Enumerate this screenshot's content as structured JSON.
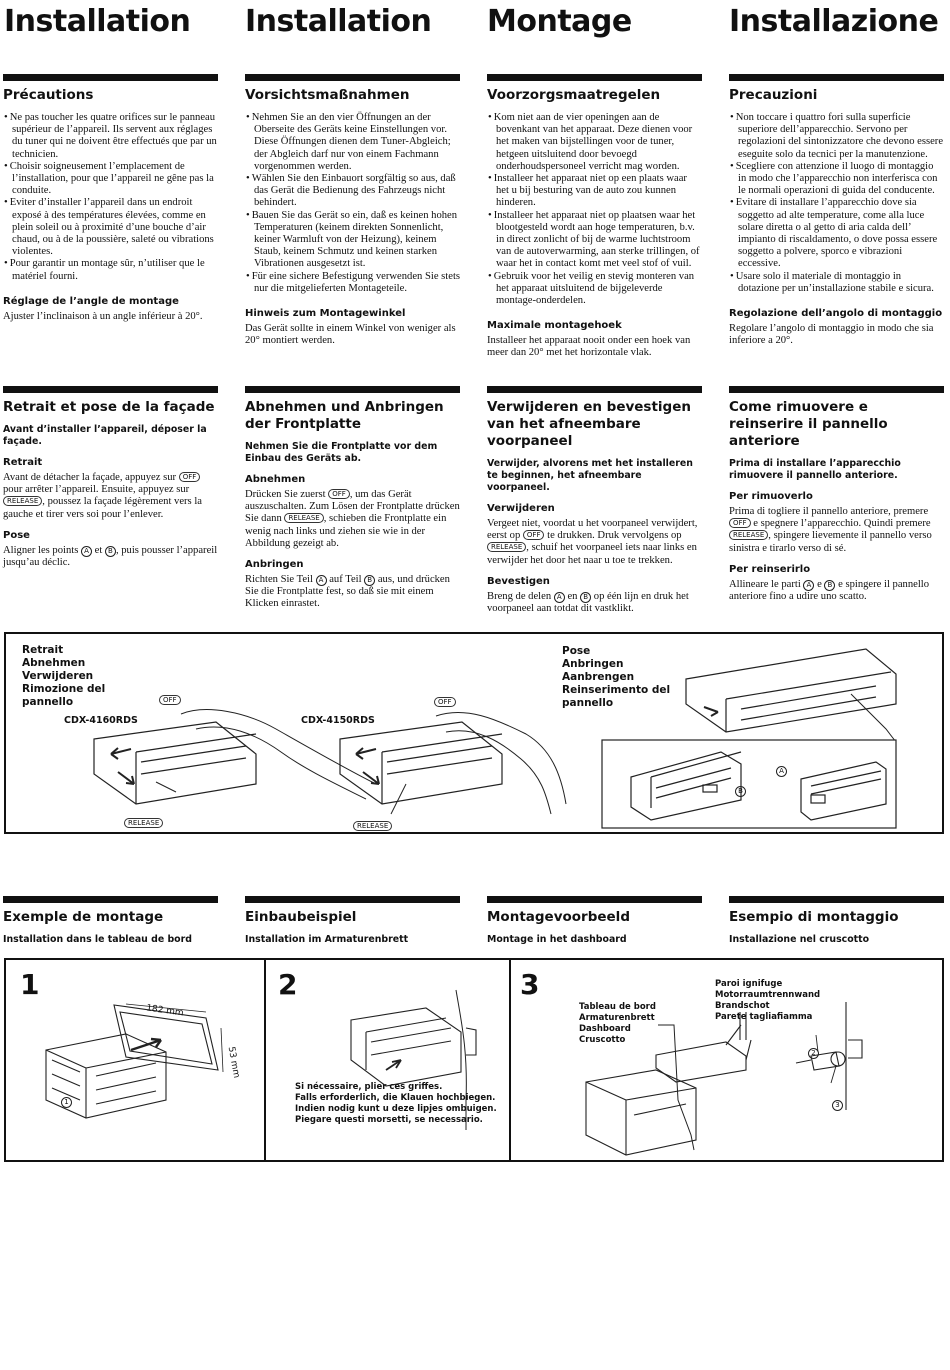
{
  "headings": [
    "Installation",
    "Installation",
    "Montage",
    "Installazione"
  ],
  "icons": {
    "off": "OFF",
    "release": "RELEASE",
    "A": "Ⓐ",
    "B": "Ⓑ"
  },
  "columns": [
    {
      "precautions_title": "Précautions",
      "precautions_items": [
        "Ne pas toucher les quatre orifices sur le panneau supérieur de l’appareil. Ils servent aux réglages du tuner qui ne doivent être effectués que par un technicien.",
        "Choisir soigneusement l’emplacement de l’installation, pour que l’appareil ne gêne pas la conduite.",
        "Eviter d’installer l’appareil dans un endroit exposé à des températures élevées, comme en plein soleil ou à proximité d’une bouche d’air chaud, ou à de la poussière, saleté ou vibrations violentes.",
        "Pour garantir un montage sûr, n’utiliser que le matériel fourni."
      ],
      "angle_title": "Réglage de l’angle de montage",
      "angle_text": "Ajuster l’inclinaison à un angle inférieur à 20°.",
      "panel_title": "Retrait et pose de la façade",
      "panel_lead": "Avant d’installer l’appareil, déposer la façade.",
      "remove_title": "Retrait",
      "remove_a": "Avant de détacher la façade, appuyez sur",
      "remove_b": "pour arrêter l’appareil. Ensuite, appuyez sur",
      "remove_c": ", poussez la façade légèrement vers la gauche et tirer vers soi pour l’enlever.",
      "attach_title": "Pose",
      "attach_a": "Aligner les points",
      "attach_b": "et",
      "attach_c": ", puis pousser l’appareil jusqu’au déclic.",
      "example_title": "Exemple de montage",
      "example_sub": "Installation dans le tableau de bord"
    },
    {
      "precautions_title": "Vorsichtsmaßnahmen",
      "precautions_items": [
        "Nehmen Sie an den vier Öffnungen an der Oberseite des Geräts keine Einstellungen vor. Diese Öffnungen dienen dem Tuner-Abgleich; der Abgleich darf nur von einem Fachmann vorgenommen werden.",
        "Wählen Sie den Einbauort sorgfältig so aus, daß das Gerät die Bedienung des Fahrzeugs nicht behindert.",
        "Bauen Sie das Gerät so ein, daß es keinen hohen Temperaturen (keinem direkten Sonnenlicht, keiner Warmluft von der Heizung), keinem Staub, keinem Schmutz und keinen starken Vibrationen ausgesetzt ist.",
        "Für eine sichere Befestigung verwenden Sie stets nur die mitgelieferten Montageteile."
      ],
      "angle_title": "Hinweis zum Montagewinkel",
      "angle_text": "Das Gerät sollte in einem Winkel von weniger als 20° montiert werden.",
      "panel_title": "Abnehmen und Anbringen der Frontplatte",
      "panel_lead": "Nehmen Sie die Frontplatte vor dem Einbau des Geräts ab.",
      "remove_title": "Abnehmen",
      "remove_a": "Drücken Sie zuerst",
      "remove_b": ", um das Gerät auszuschalten. Zum Lösen der Frontplatte drücken Sie dann",
      "remove_c": ", schieben die Frontplatte ein wenig nach links und ziehen sie wie in der Abbildung gezeigt ab.",
      "attach_title": "Anbringen",
      "attach_a": "Richten Sie Teil",
      "attach_b": "auf Teil",
      "attach_c": "aus, und drücken Sie die Frontplatte fest, so daß sie mit einem Klicken einrastet.",
      "example_title": "Einbaubeispiel",
      "example_sub": "Installation im Armaturenbrett"
    },
    {
      "precautions_title": "Voorzorgsmaatregelen",
      "precautions_items": [
        "Kom niet aan de vier openingen aan de bovenkant van het apparaat. Deze dienen voor het maken van bijstellingen voor de tuner, hetgeen uitsluitend door bevoegd onderhoudspersoneel verricht mag worden.",
        "Installeer het apparaat niet op een plaats waar het u bij besturing van de auto zou kunnen hinderen.",
        "Installeer het apparaat niet op plaatsen waar het blootgesteld wordt aan hoge temperaturen, b.v. in direct zonlicht of bij de warme luchtstroom van de autoverwarming, aan sterke trillingen, of waar het in contact komt met veel stof of vuil.",
        "Gebruik voor het veilig en stevig monteren van het apparaat uitsluitend de bijgeleverde montage-onderdelen."
      ],
      "angle_title": "Maximale montagehoek",
      "angle_text": "Installeer het apparaat nooit onder een hoek van meer dan 20° met het horizontale vlak.",
      "panel_title": "Verwijderen en bevestigen van het afneembare voorpaneel",
      "panel_lead": "Verwijder, alvorens met het installeren te beginnen, het afneembare voorpaneel.",
      "remove_title": "Verwijderen",
      "remove_a": "Vergeet niet, voordat u het voorpaneel verwijdert, eerst op",
      "remove_b": "te drukken. Druk vervolgens op",
      "remove_c": ", schuif het voorpaneel iets naar links en verwijder het door het naar u toe te trekken.",
      "attach_title": "Bevestigen",
      "attach_a": "Breng de delen",
      "attach_b": "en",
      "attach_c": "op één lijn en druk het voorpaneel aan totdat dit vastklikt.",
      "example_title": "Montagevoorbeeld",
      "example_sub": "Montage in het dashboard"
    },
    {
      "precautions_title": "Precauzioni",
      "precautions_items": [
        "Non toccare i quattro fori sulla superficie superiore dell’apparecchio. Servono per regolazioni del sintonizzatore che devono essere eseguite solo da tecnici per la manutenzione.",
        "Scegliere con attenzione il luogo di montaggio in modo che l’apparecchio non interferisca con le normali operazioni di guida del conducente.",
        "Evitare di installare l’apparecchio dove sia soggetto ad alte temperature, come alla luce solare diretta o al getto di aria calda dell’ impianto di riscaldamento, o dove possa essere soggetto a polvere, sporco e vibrazioni eccessive.",
        "Usare solo il materiale di montaggio in dotazione per un’installazione stabile e sicura."
      ],
      "angle_title": "Regolazione dell’angolo di montaggio",
      "angle_text": "Regolare l’angolo di montaggio in modo che sia inferiore a 20°.",
      "panel_title": "Come rimuovere e reinserire il pannello anteriore",
      "panel_lead": "Prima di installare l’apparecchio rimuovere il pannello anteriore.",
      "remove_title": "Per rimuoverlo",
      "remove_a": "Prima di togliere il pannello anteriore, premere",
      "remove_b": "e spegnere l’apparecchio. Quindi premere",
      "remove_c": ", spingere lievemente il pannello verso sinistra e tirarlo verso di sé.",
      "attach_title": "Per reinserirlo",
      "attach_a": "Allineare le parti",
      "attach_b": "e",
      "attach_c": "e spingere il pannello anteriore fino a udire uno scatto.",
      "example_title": "Esempio di montaggio",
      "example_sub": "Installazione nel cruscotto"
    }
  ],
  "figure1": {
    "remove_labels": "Retrait\nAbnehmen\nVerwijderen\nRimozione del\npannello",
    "attach_labels": "Pose\nAnbringen\nAanbrengen\nReinserimento del\npannello",
    "model_a": "CDX-4160RDS",
    "model_b": "CDX-4150RDS",
    "off": "OFF",
    "release": "RELEASE",
    "part_a": "A",
    "part_b": "B"
  },
  "figure2": {
    "step1": "1",
    "step2": "2",
    "step3": "3",
    "dim_width": "182 mm",
    "dim_height": "53 mm",
    "part1": "1",
    "part2": "2",
    "part3": "3",
    "claw_note": "Si nécessaire, plier ces griffes.\nFalls erforderlich, die Klauen hochbiegen.\nIndien nodig kunt u deze lipjes ombuigen.\nPiegare questi morsetti, se necessario.",
    "dashboard_labels": "Tableau de bord\nArmaturenbrett\nDashboard\nCruscotto",
    "firewall_labels": "Paroi ignifuge\nMotorraumtrennwand\nBrandschot\nParete tagliafiamma"
  }
}
